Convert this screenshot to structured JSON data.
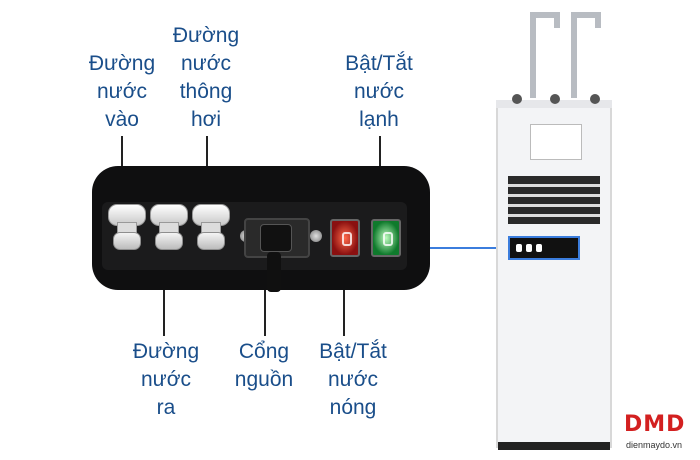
{
  "labels": {
    "water_in": [
      "Đường",
      "nước",
      "vào"
    ],
    "vent_water": [
      "Đường",
      "nước",
      "thông",
      "hơi"
    ],
    "cold_switch": [
      "Bật/Tắt",
      "nước",
      "lạnh"
    ],
    "water_out": [
      "Đường",
      "nước",
      "ra"
    ],
    "power_port": [
      "Cổng",
      "nguồn"
    ],
    "hot_switch": [
      "Bật/Tắt",
      "nước",
      "nóng"
    ]
  },
  "logo": {
    "brand": "DMD",
    "site": "dienmaydo.vn"
  },
  "colors": {
    "label_text": "#1a4e8a",
    "highlight": "#3b7ddd",
    "brand_red": "#d32020"
  }
}
